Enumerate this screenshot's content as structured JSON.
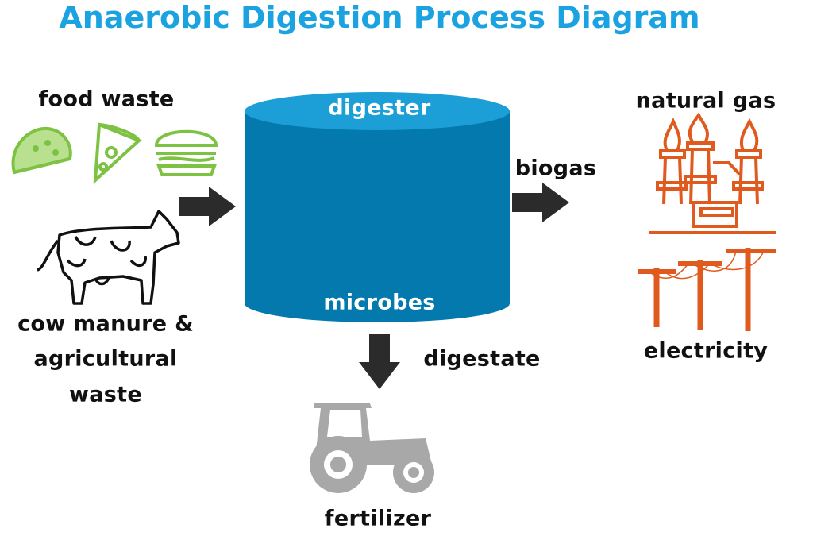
{
  "title": "Anaerobic Digestion Process Diagram",
  "labels": {
    "food_waste": "food waste",
    "cow_manure_line1": "cow manure &",
    "cow_manure_line2": "agricultural",
    "cow_manure_line3": "waste",
    "digester": "digester",
    "microbes": "microbes",
    "biogas": "biogas",
    "natural_gas": "natural gas",
    "electricity": "electricity",
    "digestate": "digestate",
    "fertilizer": "fertilizer"
  },
  "colors": {
    "title": "#1aa3e0",
    "digester_top": "#1b9fd6",
    "digester_body": "#0479ad",
    "arrow": "#2b2b2b",
    "food_icons": "#7dc242",
    "energy_icons": "#e05a1e",
    "tractor": "#a8a8a8"
  }
}
